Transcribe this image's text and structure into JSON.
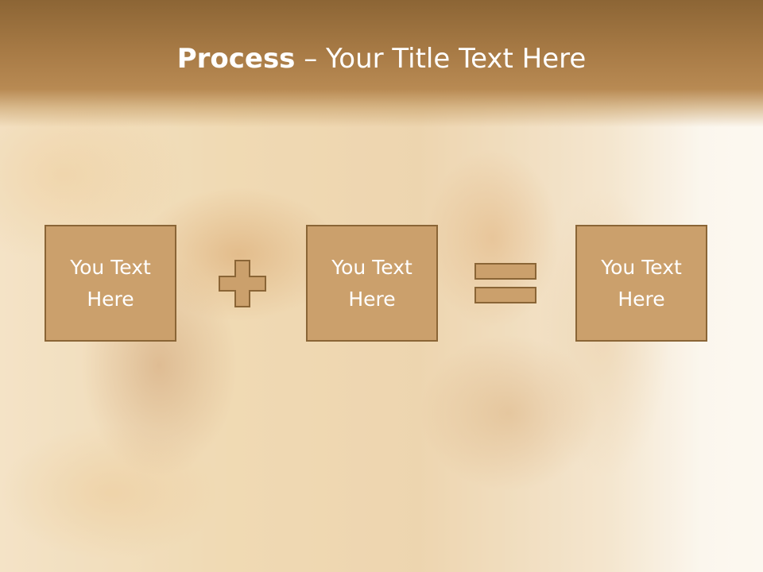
{
  "title": {
    "bold": "Process",
    "rest": " – Your Title Text Here"
  },
  "boxes": [
    {
      "label": "You Text Here"
    },
    {
      "label": "You Text Here"
    },
    {
      "label": "You Text Here"
    }
  ],
  "operators": [
    {
      "icon": "plus-icon"
    },
    {
      "icon": "equals-icon"
    }
  ],
  "colors": {
    "box_fill": "#cba06c",
    "box_border": "#8a6536",
    "title_band": "#a77a45",
    "text": "#ffffff"
  }
}
